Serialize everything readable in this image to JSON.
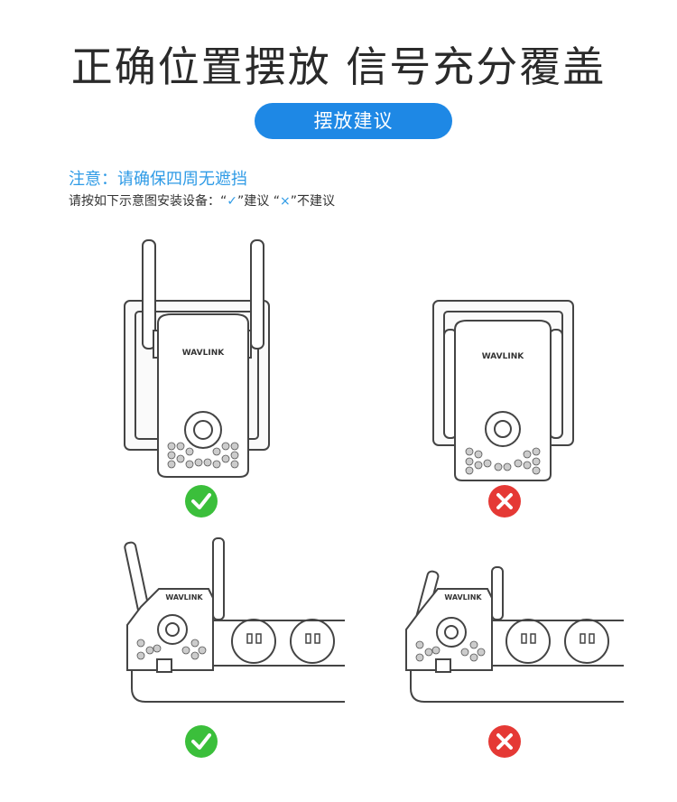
{
  "header": {
    "title": "正确位置摆放 信号充分覆盖",
    "pill_label": "摆放建议"
  },
  "notice": {
    "heading": "注意：请确保四周无遮挡",
    "instruction_prefix": "请按如下示意图安装设备：",
    "good_mark": "“✓”建议",
    "bad_mark": "“×”不建议",
    "quote_open": "“",
    "check_glyph": "✓",
    "quote_close": "”建议 ",
    "cross_glyph": "×",
    "quote_close_bad": "”不建议"
  },
  "device": {
    "brand": "WAVLINK"
  },
  "examples": [
    {
      "id": "wall-antenna-up",
      "verdict": "recommended"
    },
    {
      "id": "wall-antenna-down",
      "verdict": "not-recommended"
    },
    {
      "id": "strip-antenna-up",
      "verdict": "recommended"
    },
    {
      "id": "strip-antenna-down",
      "verdict": "not-recommended"
    }
  ],
  "colors": {
    "accent_blue": "#1e88e5",
    "ok_green": "#3bbf3b",
    "bad_red": "#e53935"
  }
}
